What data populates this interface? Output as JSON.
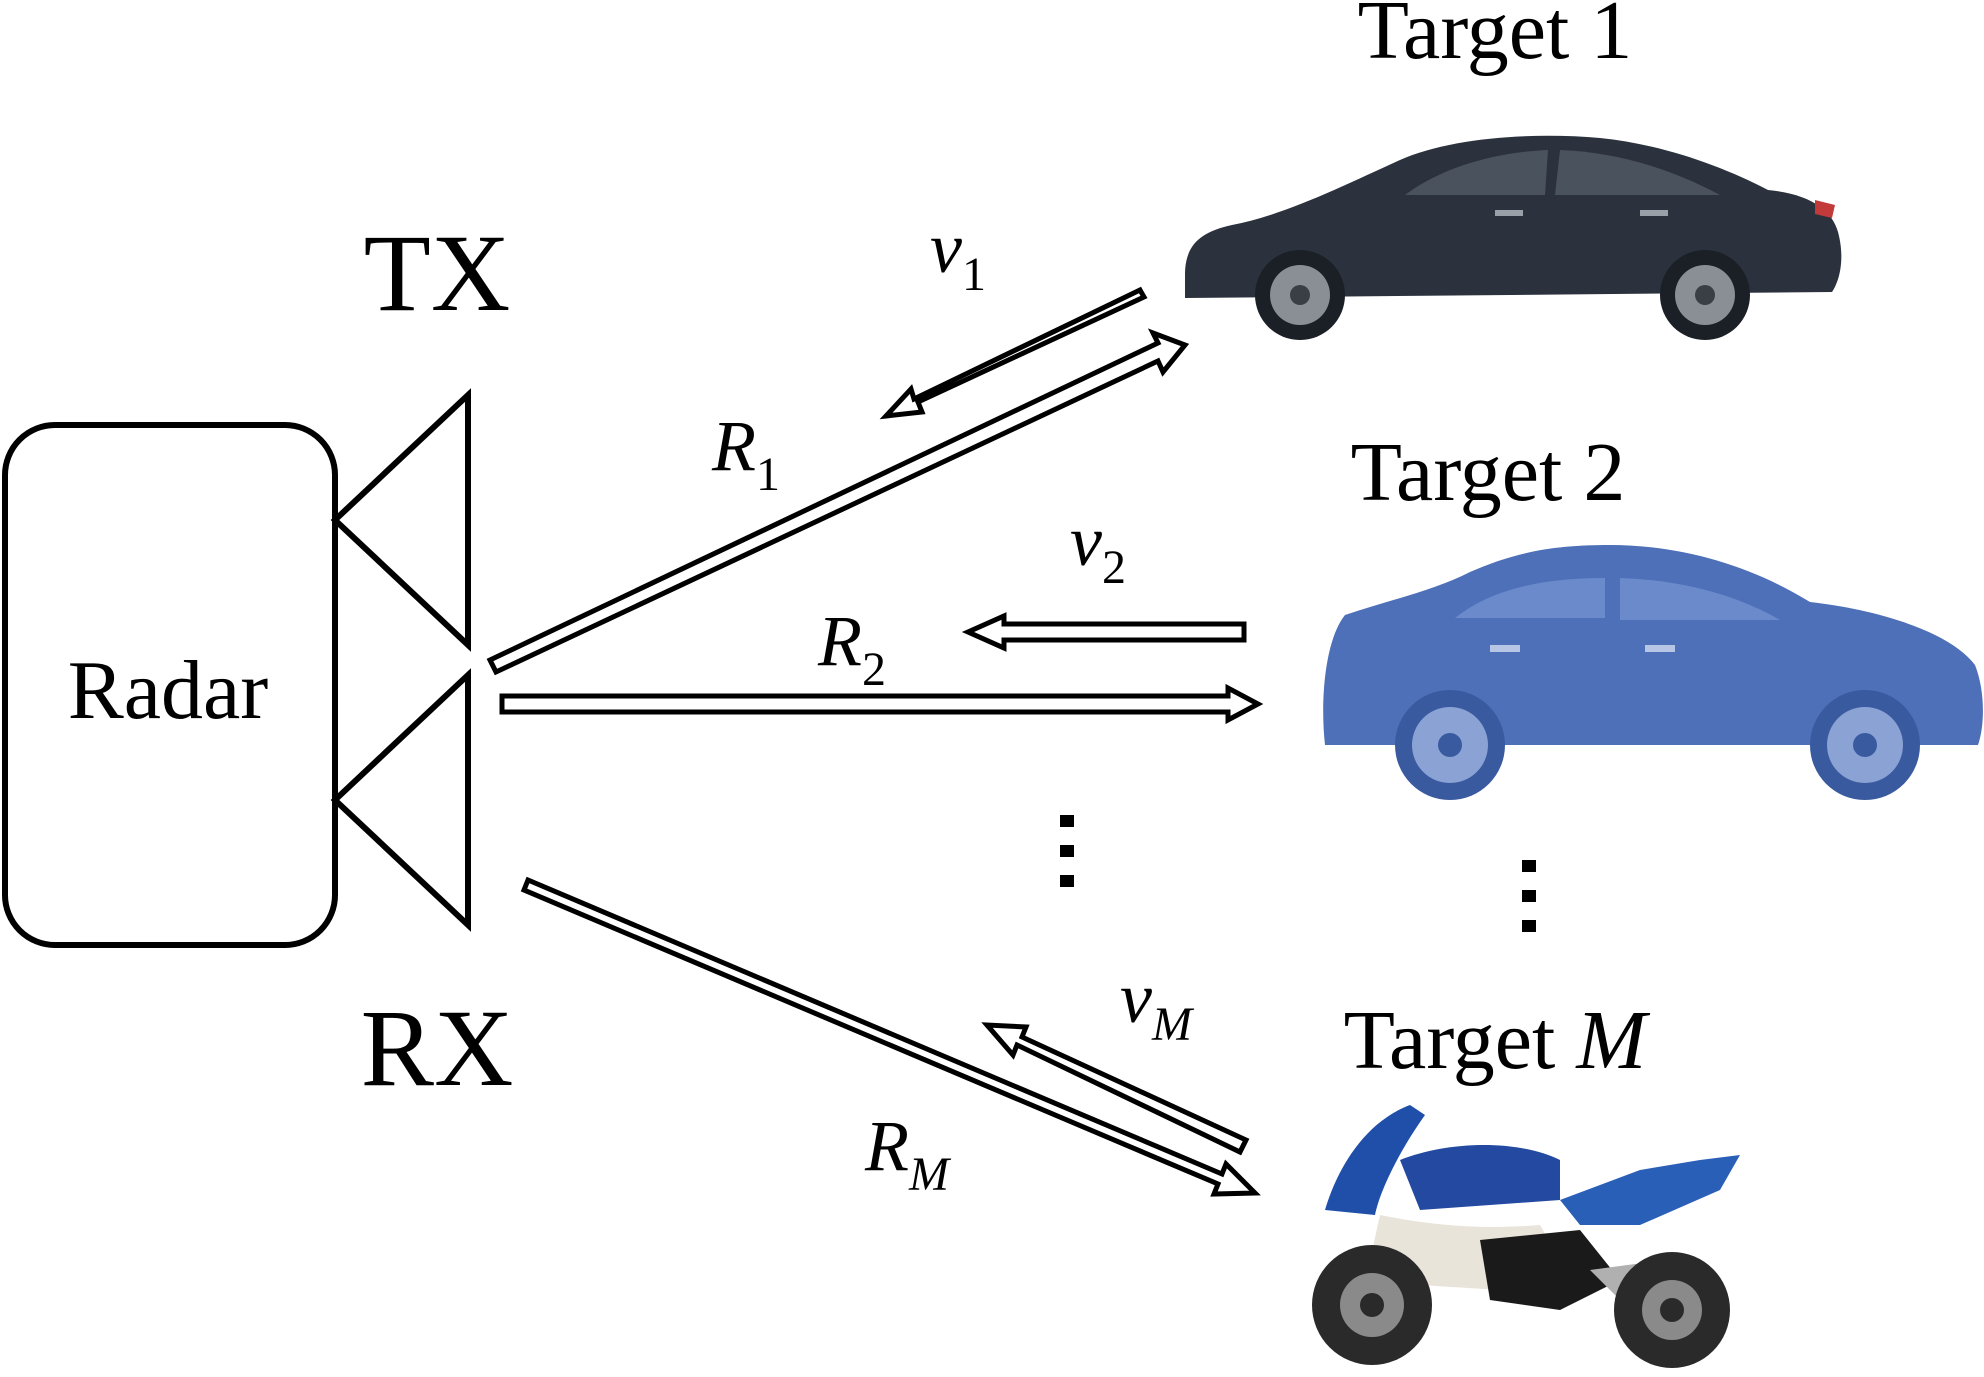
{
  "radar": {
    "label": "Radar"
  },
  "antennas": {
    "tx_label": "TX",
    "rx_label": "RX"
  },
  "targets": [
    {
      "prefix": "Target ",
      "suffix": "1",
      "suffix_italic": false,
      "vehicle": "car",
      "color": "#2b323d"
    },
    {
      "prefix": "Target ",
      "suffix": "2",
      "suffix_italic": false,
      "vehicle": "car",
      "color": "#4e70b8"
    },
    {
      "prefix": "Target ",
      "suffix": "M",
      "suffix_italic": true,
      "vehicle": "motorcycle",
      "color": "#1f4fa8"
    }
  ],
  "ranges": [
    {
      "base": "R",
      "sub": "1",
      "sub_italic": false
    },
    {
      "base": "R",
      "sub": "2",
      "sub_italic": false
    },
    {
      "base": "R",
      "sub": "M",
      "sub_italic": true
    }
  ],
  "velocities": [
    {
      "base": "v",
      "sub": "1",
      "sub_italic": false
    },
    {
      "base": "v",
      "sub": "2",
      "sub_italic": false
    },
    {
      "base": "v",
      "sub": "M",
      "sub_italic": true
    }
  ],
  "ellipsis": "⋮"
}
